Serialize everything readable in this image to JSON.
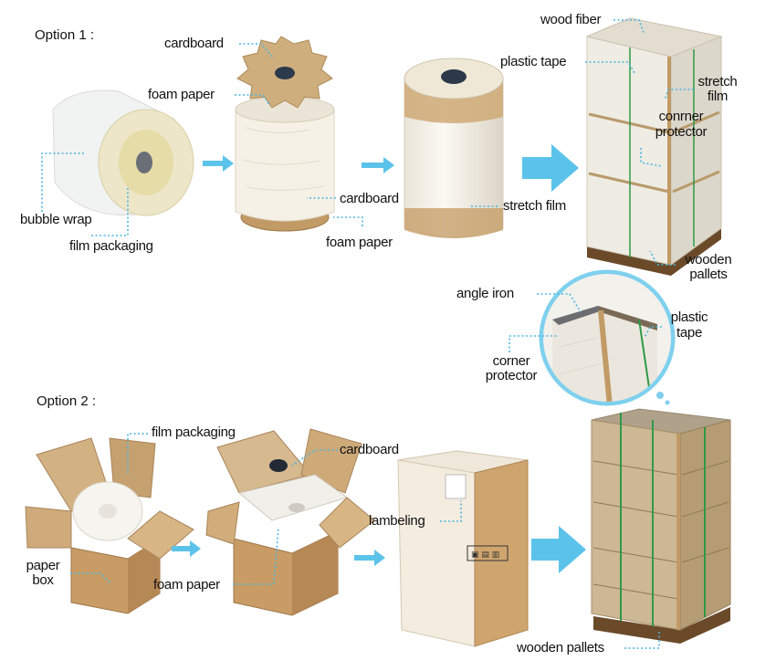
{
  "option1": {
    "heading": "Option 1 :",
    "labels": {
      "cardboard_top": "cardboard",
      "foam_paper_top": "foam paper",
      "bubble_wrap": "bubble wrap",
      "film_packaging": "film packaging",
      "cardboard_bottom": "cardboard",
      "foam_paper_bottom": "foam paper",
      "stretch_film_roll": "stretch film",
      "wood_fiber": "wood fiber",
      "plastic_tape": "plastic tape",
      "stretch_film_l1": "stretch",
      "stretch_film_l2": "film",
      "corner_protector_l1": "conrner",
      "corner_protector_l2": "protector",
      "wooden_pallets_l1": "wooden",
      "wooden_pallets_l2": "pallets"
    }
  },
  "detail": {
    "angle_iron": "angle iron",
    "plastic_tape_l1": "plastic",
    "plastic_tape_l2": "tape",
    "corner_protector_l1": "corner",
    "corner_protector_l2": "protector"
  },
  "option2": {
    "heading": "Option 2 :",
    "labels": {
      "film_packaging": "film packaging",
      "cardboard": "cardboard",
      "paper_box_l1": "paper",
      "paper_box_l2": "box",
      "foam_paper": "foam paper",
      "lambeling": "lambeling",
      "wooden_pallets": "wooden pallets"
    }
  },
  "colors": {
    "arrow": "#5bc3ea",
    "leader": "#4cb6e0",
    "cardboard": "#c9a77a",
    "roll": "#f3efe6",
    "pallet": "#6b4a2a",
    "tape": "#2e9a46"
  }
}
